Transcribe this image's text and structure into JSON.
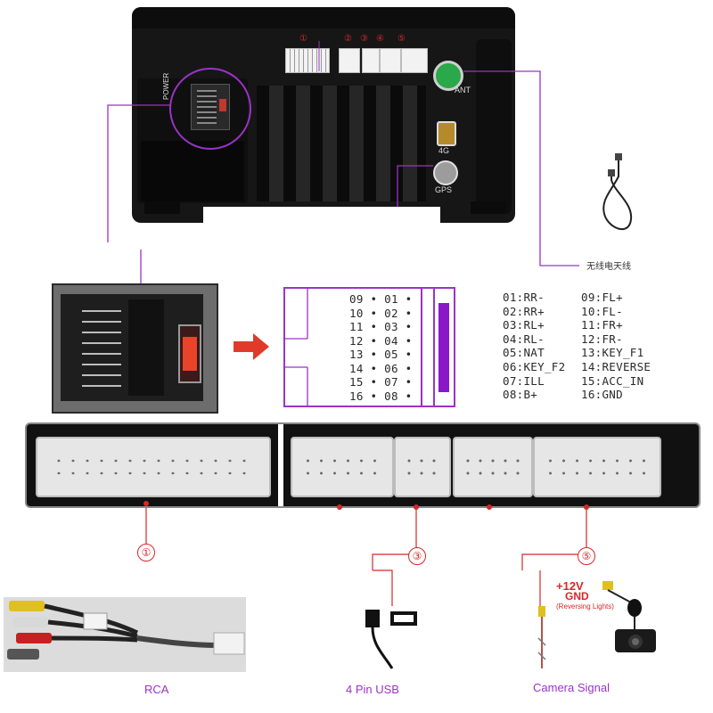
{
  "head_unit": {
    "power_label": "POWER",
    "ant_label": "ANT",
    "lte_label": "4G",
    "gps_label": "GPS",
    "port_markers": [
      "①",
      "②",
      "③",
      "④",
      "⑤"
    ]
  },
  "antenna_cable": {
    "label": "无线电天线"
  },
  "pinout": {
    "rows": [
      "09 • 01 •",
      "10 • 02 •",
      "11 • 03 •",
      "12 • 04 •",
      "13 • 05 •",
      "14 • 06 •",
      "15 • 07 •",
      "16 • 08 •"
    ]
  },
  "pin_legend": {
    "left": [
      "01:RR-",
      "02:RR+",
      "03:RL+",
      "04:RL-",
      "05:NAT",
      "06:KEY_F2",
      "07:ILL",
      "08:B+"
    ],
    "right": [
      "09:FL+",
      "10:FL-",
      "11:FR+",
      "12:FR-",
      "13:KEY_F1",
      "14:REVERSE",
      "15:ACC_IN",
      "16:GND"
    ]
  },
  "callouts": {
    "one": "①",
    "three": "③",
    "five": "⑤"
  },
  "accessories": {
    "rca_label": "RCA",
    "usb_label": "4 Pin USB",
    "camera_label": "Camera Signal",
    "camera_power": "+12V",
    "camera_gnd": "GND",
    "camera_note": "(Reversing Lights)"
  },
  "colors": {
    "accent": "#9b33c8",
    "callout": "#d62828",
    "device": "#1a1a1a"
  }
}
